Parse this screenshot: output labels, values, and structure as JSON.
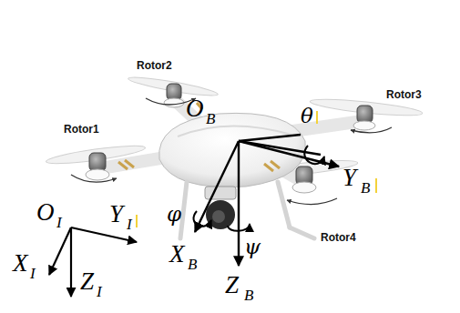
{
  "diagram": {
    "labels": [
      "Rotor2",
      "Rotor1",
      "Rotor3",
      "Rotor4",
      "O",
      "B",
      "θ",
      "Y",
      "B",
      "φ",
      "X",
      "B",
      "ψ",
      "Z",
      "B",
      "O",
      "I",
      "Y",
      "I",
      "X",
      "I",
      "Z",
      "I"
    ]
  }
}
